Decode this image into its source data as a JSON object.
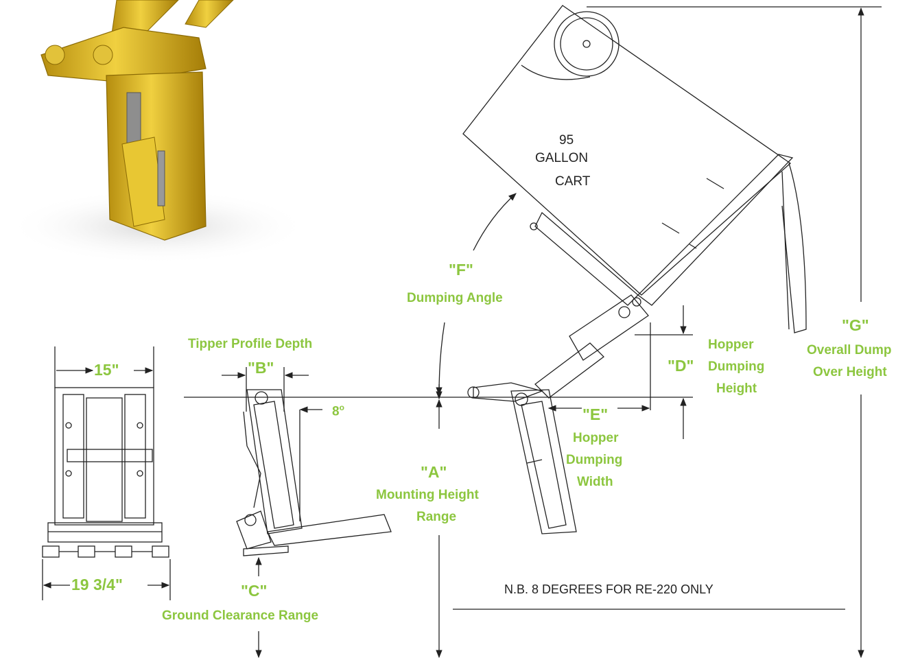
{
  "colors": {
    "accent": "#8cc63f",
    "line": "#222222",
    "product": "#d7b21c"
  },
  "labels": {
    "width_front": "15\"",
    "width_base": "19 3/4\"",
    "b_title": "Tipper Profile Depth",
    "b_code": "\"B\"",
    "angle_8": "8",
    "angle_8_unit": "o",
    "c_code": "\"C\"",
    "c_title": "Ground Clearance Range",
    "a_code": "\"A\"",
    "a_title_1": "Mounting Height",
    "a_title_2": "Range",
    "f_code": "\"F\"",
    "f_title": "Dumping Angle",
    "e_code": "\"E\"",
    "e_title_1": "Hopper",
    "e_title_2": "Dumping",
    "e_title_3": "Width",
    "d_code": "\"D\"",
    "d_title_1": "Hopper",
    "d_title_2": "Dumping",
    "d_title_3": "Height",
    "g_code": "\"G\"",
    "g_title_1": "Overall Dump",
    "g_title_2": "Over Height"
  },
  "cart": {
    "line1": "95",
    "line2": "GALLON",
    "line3": "CART"
  },
  "note": "N.B. 8 DEGREES FOR RE-220 ONLY"
}
